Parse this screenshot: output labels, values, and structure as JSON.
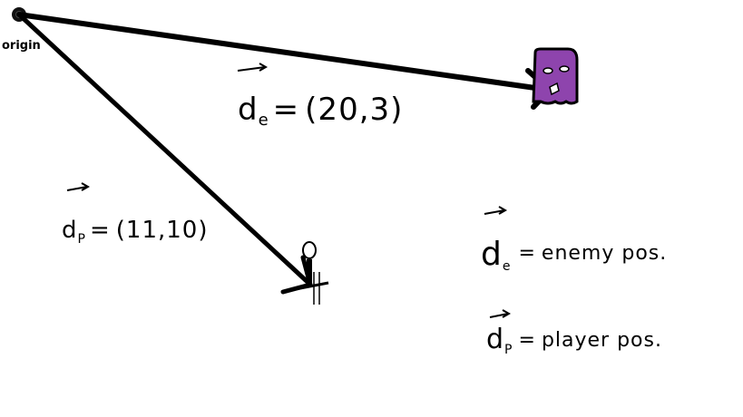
{
  "diagram": {
    "origin_label": "origin",
    "vectors": {
      "enemy": {
        "symbol": "d",
        "subscript": "e",
        "equals": "=",
        "value": "(20,3)"
      },
      "player": {
        "symbol": "d",
        "subscript": "P",
        "equals": "=",
        "value": "(11,10)"
      }
    },
    "legend": [
      {
        "symbol": "d",
        "subscript": "e",
        "equals": "=",
        "text": "enemy pos."
      },
      {
        "symbol": "d",
        "subscript": "P",
        "equals": "=",
        "text": "player pos."
      }
    ],
    "colors": {
      "ink": "#000000",
      "enemy_fill": "#8e44ad",
      "background": "#ffffff"
    },
    "icons": {
      "enemy": "ghost-enemy-icon",
      "player": "stick-player-icon"
    }
  }
}
